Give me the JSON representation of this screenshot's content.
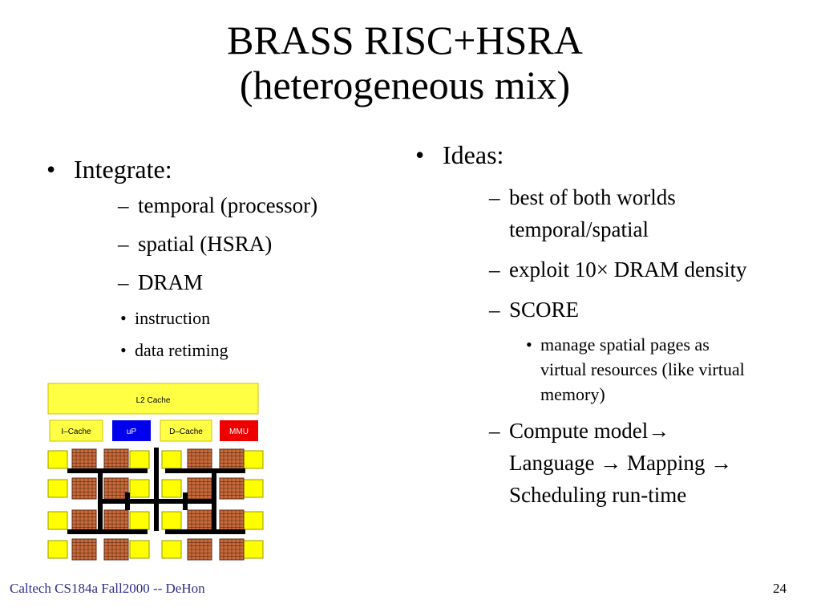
{
  "title": {
    "line1": "BRASS RISC+HSRA",
    "line2": "(heterogeneous mix)"
  },
  "left": {
    "bullet": "Integrate:",
    "items": [
      "temporal (processor)",
      "spatial (HSRA)",
      "DRAM"
    ],
    "dram_items": [
      "instruction",
      "data retiming"
    ]
  },
  "right": {
    "bullet": "Ideas:",
    "items": [
      "best of both worlds temporal/spatial",
      "exploit 10× DRAM density",
      "SCORE"
    ],
    "score_items": [
      "manage spatial pages as virtual resources (like virtual memory)"
    ],
    "last_item": "Compute model→ Language → Mapping → Scheduling run-time"
  },
  "diagram": {
    "l2": "L2 Cache",
    "icache": "I–Cache",
    "up": "uP",
    "dcache": "D–Cache",
    "mmu": "MMU",
    "colors": {
      "l2": "#ffff44",
      "icache": "#ffff44",
      "up": "#0000ee",
      "dcache": "#ffff44",
      "mmu": "#ee0000",
      "pad": "#ffff00",
      "tile": "#c86a3c",
      "wire": "#000000"
    }
  },
  "footer": {
    "left": "Caltech CS184a Fall2000 -- DeHon",
    "page": "24"
  }
}
